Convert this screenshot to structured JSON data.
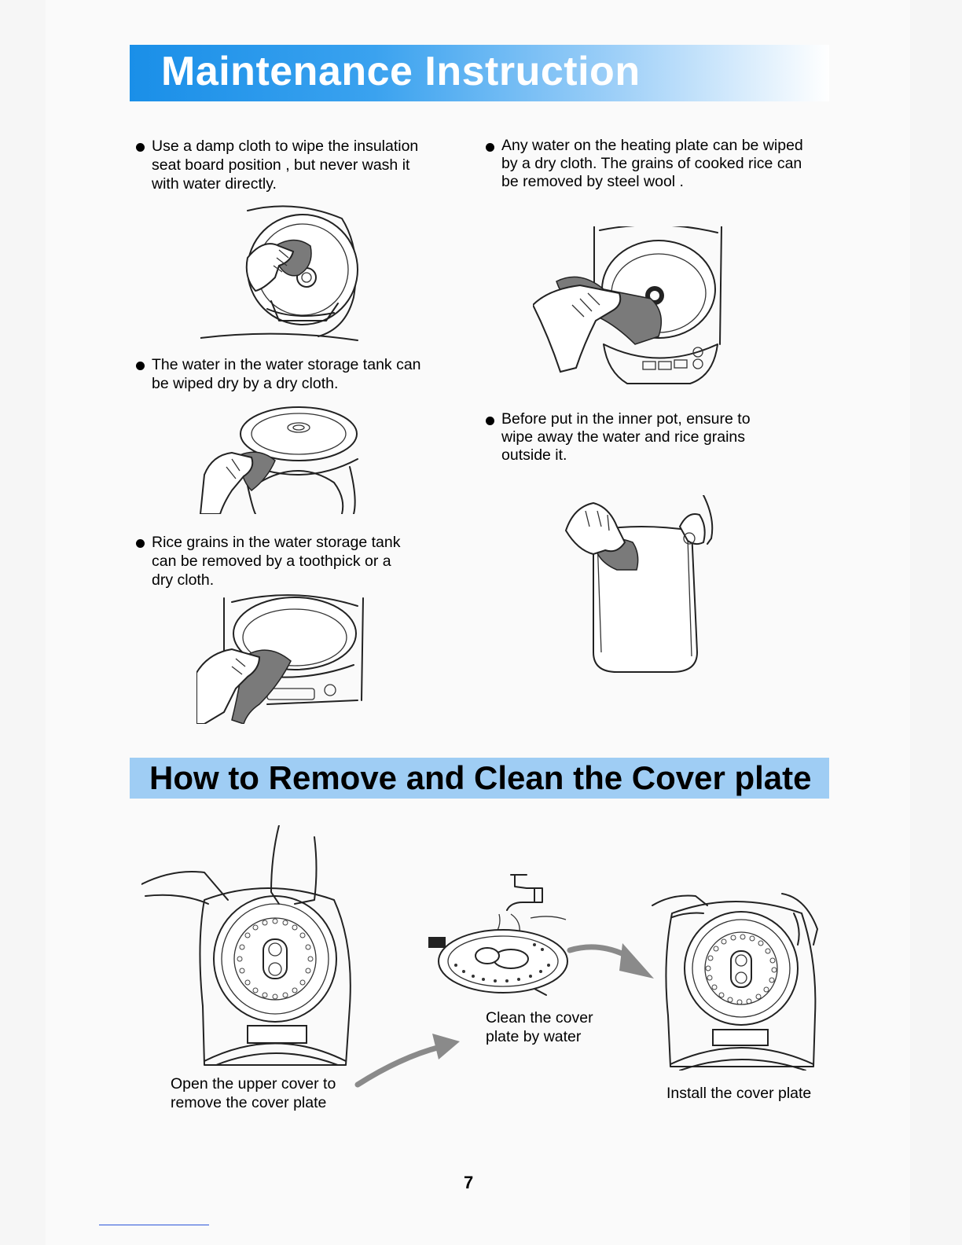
{
  "header": {
    "title": "Maintenance Instruction"
  },
  "maintenance": {
    "left": [
      {
        "text": "Use a damp cloth to wipe the insulation\nseat board position ,  but never wash it\nwith water directly."
      },
      {
        "text": "The water in the water storage tank can\nbe wiped dry by a dry cloth."
      },
      {
        "text": "Rice grains in the water storage tank\ncan be removed by a toothpick or a\ndry cloth."
      }
    ],
    "right": [
      {
        "text": "Any water on the heating plate can be wiped\nby a dry cloth. The grains of cooked rice can\nbe removed by steel wool ."
      },
      {
        "text": "Before put in the inner pot, ensure to\nwipe away the water and rice grains\noutside it."
      }
    ]
  },
  "cover_section": {
    "title": "How to Remove and Clean the Cover plate",
    "steps": [
      {
        "caption": "Open the upper cover to\nremove the cover plate"
      },
      {
        "caption": "Clean the cover\nplate by water"
      },
      {
        "caption": "Install the cover plate"
      }
    ]
  },
  "footer": {
    "page_number": "7"
  }
}
